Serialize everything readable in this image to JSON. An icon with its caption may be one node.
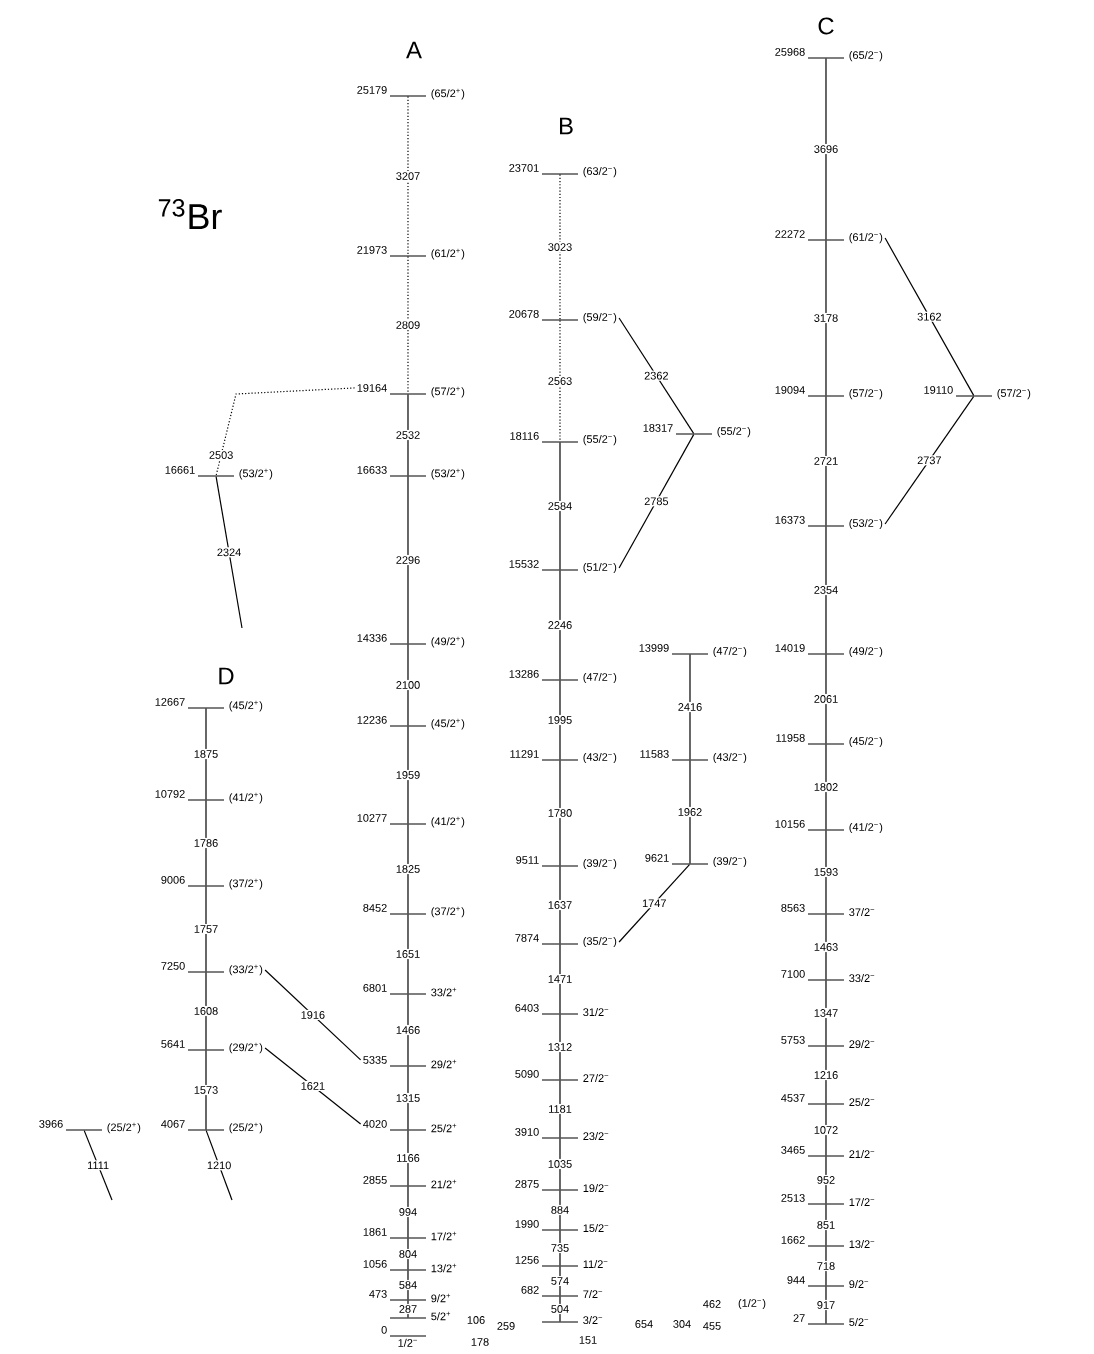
{
  "diagram": {
    "nodes": [
      {
        "text": [
          "25179",
          "(65/2$^{+}$)"
        ]
      },
      {
        "text": [
          "21973",
          "(61/2$^{+}$)"
        ]
      },
      {
        "text": [
          "19164",
          "(57/2$^{+}$)"
        ]
      },
      {
        "text": [
          "16633",
          "(53/2$^{+}$)"
        ]
      },
      {
        "text": [
          "14336",
          "(49/2$^{+}$)"
        ]
      },
      {
        "text": [
          "12236",
          "(45/2$^{+}$)"
        ]
      },
      {
        "text": [
          "10277",
          "(41/2$^{+}$)"
        ]
      },
      {
        "text": [
          "8452",
          "(37/2$^{+}$)"
        ]
      },
      {
        "text": [
          "6801",
          "33/2$^{+}$"
        ]
      },
      {
        "text": [
          "5335",
          "29/2$^{+}$"
        ]
      },
      {
        "text": [
          "4020",
          "25/2$^{+}$"
        ]
      },
      {
        "text": [
          "2855",
          "21/2$^{+}$"
        ]
      },
      {
        "text": [
          "1861",
          "17/2$^{+}$"
        ]
      },
      {
        "text": [
          "1056",
          "13/2$^{+}$"
        ]
      },
      {
        "text": [
          "473",
          "9/2$^{+}$"
        ]
      },
      {
        "text": [
          "5/2$^{+}$"
        ]
      },
      {
        "text": [
          "0",
          "1/2$^{−}$"
        ]
      },
      {
        "text": [
          "23701",
          "(63/2$^{−}$)"
        ]
      },
      {
        "text": [
          "20678",
          "(59/2$^{−}$)"
        ]
      },
      {
        "text": [
          "18116",
          "(55/2$^{−}$)"
        ]
      },
      {
        "text": [
          "15532",
          "(51/2$^{−}$)"
        ]
      },
      {
        "text": [
          "13286",
          "(47/2$^{−}$)"
        ]
      },
      {
        "text": [
          "11291",
          "(43/2$^{−}$)"
        ]
      },
      {
        "text": [
          "9511",
          "(39/2$^{−}$)"
        ]
      },
      {
        "text": [
          "7874",
          "(35/2$^{−}$)"
        ]
      },
      {
        "text": [
          "6403",
          "31/2$^{−}$"
        ]
      },
      {
        "text": [
          "5090",
          "27/2$^{−}$"
        ]
      },
      {
        "text": [
          "3910",
          "23/2$^{−}$"
        ]
      },
      {
        "text": [
          "2875",
          "19/2$^{−}$"
        ]
      },
      {
        "text": [
          "1990",
          "15/2$^{−}$"
        ]
      },
      {
        "text": [
          "1256",
          "11/2$^{−}$"
        ]
      },
      {
        "text": [
          "682",
          "7/2$^{−}$"
        ]
      },
      {
        "text": [
          "3/2$^{−}$"
        ]
      },
      {
        "text": [
          "18317",
          "(55/2$^{−}$)"
        ]
      },
      {
        "text": [
          "13999",
          "(47/2$^{−}$)"
        ]
      },
      {
        "text": [
          "11583",
          "(43/2$^{−}$)"
        ]
      },
      {
        "text": [
          "9621",
          "(39/2$^{−}$)"
        ]
      },
      {
        "text": [
          "25968",
          "(65/2$^{−}$)"
        ]
      },
      {
        "text": [
          "22272",
          "(61/2$^{−}$)"
        ]
      },
      {
        "text": [
          "19094",
          "(57/2$^{−}$)"
        ]
      },
      {
        "text": [
          "16373",
          "(53/2$^{−}$)"
        ]
      },
      {
        "text": [
          "14019",
          "(49/2$^{−}$)"
        ]
      },
      {
        "text": [
          "11958",
          "(45/2$^{−}$)"
        ]
      },
      {
        "text": [
          "10156",
          "(41/2$^{−}$)"
        ]
      },
      {
        "text": [
          "8563",
          "37/2$^{−}$"
        ]
      },
      {
        "text": [
          "7100",
          "33/2$^{−}$"
        ]
      },
      {
        "text": [
          "5753",
          "29/2$^{−}$"
        ]
      },
      {
        "text": [
          "4537",
          "25/2$^{−}$"
        ]
      },
      {
        "text": [
          "3465",
          "21/2$^{−}$"
        ]
      },
      {
        "text": [
          "2513",
          "17/2$^{−}$"
        ]
      },
      {
        "text": [
          "1662",
          "13/2$^{−}$"
        ]
      },
      {
        "text": [
          "944",
          "9/2$^{−}$"
        ]
      },
      {
        "text": [
          "27",
          "5/2$^{−}$"
        ]
      },
      {
        "text": [
          "19110",
          "(57/2$^{−}$)"
        ]
      },
      {
        "text": [
          "16661",
          "(53/2$^{+}$)"
        ]
      },
      {
        "text": [
          "12667",
          "(45/2$^{+}$)"
        ]
      },
      {
        "text": [
          "10792",
          "(41/2$^{+}$)"
        ]
      },
      {
        "text": [
          "9006",
          "(37/2$^{+}$)"
        ]
      },
      {
        "text": [
          "7250",
          "(33/2$^{+}$)"
        ]
      },
      {
        "text": [
          "5641",
          "(29/2$^{+}$)"
        ]
      },
      {
        "text": [
          "4067",
          "(25/2$^{+}$)"
        ]
      },
      {
        "text": [
          "3966",
          "(25/2$^{+}$)"
        ]
      }
    ],
    "edges": [
      {
        "from": 0,
        "to": 1,
        "arrow": "none",
        "label": "3207",
        "style": "dashed"
      },
      {
        "from": 1,
        "to": 2,
        "arrow": "none",
        "label": "2809",
        "style": "dashed"
      },
      {
        "from": 2,
        "to": 3,
        "arrow": "none",
        "label": "2532"
      },
      {
        "from": 3,
        "to": 4,
        "arrow": "none",
        "label": "2296"
      },
      {
        "from": 4,
        "to": 5,
        "arrow": "none",
        "label": "2100"
      },
      {
        "from": 5,
        "to": 6,
        "arrow": "none",
        "label": "1959"
      },
      {
        "from": 6,
        "to": 7,
        "arrow": "none",
        "label": "1825"
      },
      {
        "from": 7,
        "to": 8,
        "arrow": "none",
        "label": "1651"
      },
      {
        "from": 8,
        "to": 9,
        "arrow": "none",
        "label": "1466"
      },
      {
        "from": 9,
        "to": 10,
        "arrow": "none",
        "label": "1315"
      },
      {
        "from": 10,
        "to": 11,
        "arrow": "none",
        "label": "1166"
      },
      {
        "from": 11,
        "to": 12,
        "arrow": "none",
        "label": "994"
      },
      {
        "from": 12,
        "to": 13,
        "arrow": "none",
        "label": "804"
      },
      {
        "from": 13,
        "to": 14,
        "arrow": "none",
        "label": "584"
      },
      {
        "from": 14,
        "to": 15,
        "arrow": "none",
        "label": "287"
      },
      {
        "from": 17,
        "to": 18,
        "arrow": "none",
        "label": "3023",
        "style": "dashed"
      },
      {
        "from": 18,
        "to": 19,
        "arrow": "none",
        "label": "2563",
        "style": "dashed"
      },
      {
        "from": 19,
        "to": 20,
        "arrow": "none",
        "label": "2584"
      },
      {
        "from": 20,
        "to": 21,
        "arrow": "none",
        "label": "2246"
      },
      {
        "from": 21,
        "to": 22,
        "arrow": "none",
        "label": "1995"
      },
      {
        "from": 22,
        "to": 23,
        "arrow": "none",
        "label": "1780"
      },
      {
        "from": 23,
        "to": 24,
        "arrow": "none",
        "label": "1637"
      },
      {
        "from": 24,
        "to": 25,
        "arrow": "none",
        "label": "1471"
      },
      {
        "from": 25,
        "to": 26,
        "arrow": "none",
        "label": "1312"
      },
      {
        "from": 26,
        "to": 27,
        "arrow": "none",
        "label": "1181"
      },
      {
        "from": 27,
        "to": 28,
        "arrow": "none",
        "label": "1035"
      },
      {
        "from": 28,
        "to": 29,
        "arrow": "none",
        "label": "884"
      },
      {
        "from": 29,
        "to": 30,
        "arrow": "none",
        "label": "735"
      },
      {
        "from": 30,
        "to": 31,
        "arrow": "none",
        "label": "574"
      },
      {
        "from": 31,
        "to": 32,
        "arrow": "none",
        "label": "504"
      },
      {
        "from": 18,
        "to": 33,
        "arrow": "none",
        "label": "2362"
      },
      {
        "from": 33,
        "to": 20,
        "arrow": "none",
        "label": "2785"
      },
      {
        "from": 34,
        "to": 35,
        "arrow": "none",
        "label": "2416"
      },
      {
        "from": 35,
        "to": 36,
        "arrow": "none",
        "label": "1962"
      },
      {
        "from": 36,
        "to": 24,
        "arrow": "none",
        "label": "1747"
      },
      {
        "from": 37,
        "to": 38,
        "arrow": "none",
        "label": "3696"
      },
      {
        "from": 38,
        "to": 39,
        "arrow": "none",
        "label": "3178"
      },
      {
        "from": 39,
        "to": 40,
        "arrow": "none",
        "label": "2721"
      },
      {
        "from": 40,
        "to": 41,
        "arrow": "none",
        "label": "2354"
      },
      {
        "from": 41,
        "to": 42,
        "arrow": "none",
        "label": "2061"
      },
      {
        "from": 42,
        "to": 43,
        "arrow": "none",
        "label": "1802"
      },
      {
        "from": 43,
        "to": 44,
        "arrow": "none",
        "label": "1593"
      },
      {
        "from": 44,
        "to": 45,
        "arrow": "none",
        "label": "1463"
      },
      {
        "from": 45,
        "to": 46,
        "arrow": "none",
        "label": "1347"
      },
      {
        "from": 46,
        "to": 47,
        "arrow": "none",
        "label": "1216"
      },
      {
        "from": 47,
        "to": 48,
        "arrow": "none",
        "label": "1072"
      },
      {
        "from": 48,
        "to": 49,
        "arrow": "none",
        "label": "952"
      },
      {
        "from": 49,
        "to": 50,
        "arrow": "none",
        "label": "851"
      },
      {
        "from": 50,
        "to": 51,
        "arrow": "none",
        "label": "718"
      },
      {
        "from": 51,
        "to": 52,
        "arrow": "none",
        "label": "917"
      },
      {
        "from": 38,
        "to": 53,
        "arrow": "none",
        "label": "3162"
      },
      {
        "from": 53,
        "to": 40,
        "arrow": "none",
        "label": "2737"
      },
      {
        "from": 2,
        "to": 54,
        "arrow": "none",
        "label": "2503",
        "style": "dashed"
      },
      {
        "from": 54,
        "to": null,
        "arrow": "none",
        "label": "2324"
      },
      {
        "from": 55,
        "to": 56,
        "arrow": "none",
        "label": "1875"
      },
      {
        "from": 56,
        "to": 57,
        "arrow": "none",
        "label": "1786"
      },
      {
        "from": 57,
        "to": 58,
        "arrow": "none",
        "label": "1757"
      },
      {
        "from": 58,
        "to": 59,
        "arrow": "none",
        "label": "1608"
      },
      {
        "from": 59,
        "to": 60,
        "arrow": "none",
        "label": "1573"
      },
      {
        "from": 60,
        "to": null,
        "arrow": "none",
        "label": "1210"
      },
      {
        "from": 61,
        "to": null,
        "arrow": "none",
        "label": "1111"
      },
      {
        "from": 58,
        "to": 9,
        "arrow": "none",
        "label": "1916"
      },
      {
        "from": 59,
        "to": 10,
        "arrow": "none",
        "label": "1621"
      }
    ],
    "labels": [
      "A",
      "C",
      "B",
      "$^{73}$Br",
      "D",
      "106",
      "178",
      "259",
      "151",
      "654",
      "304",
      "462",
      "(1/2$^{−}$)",
      "455"
    ]
  }
}
